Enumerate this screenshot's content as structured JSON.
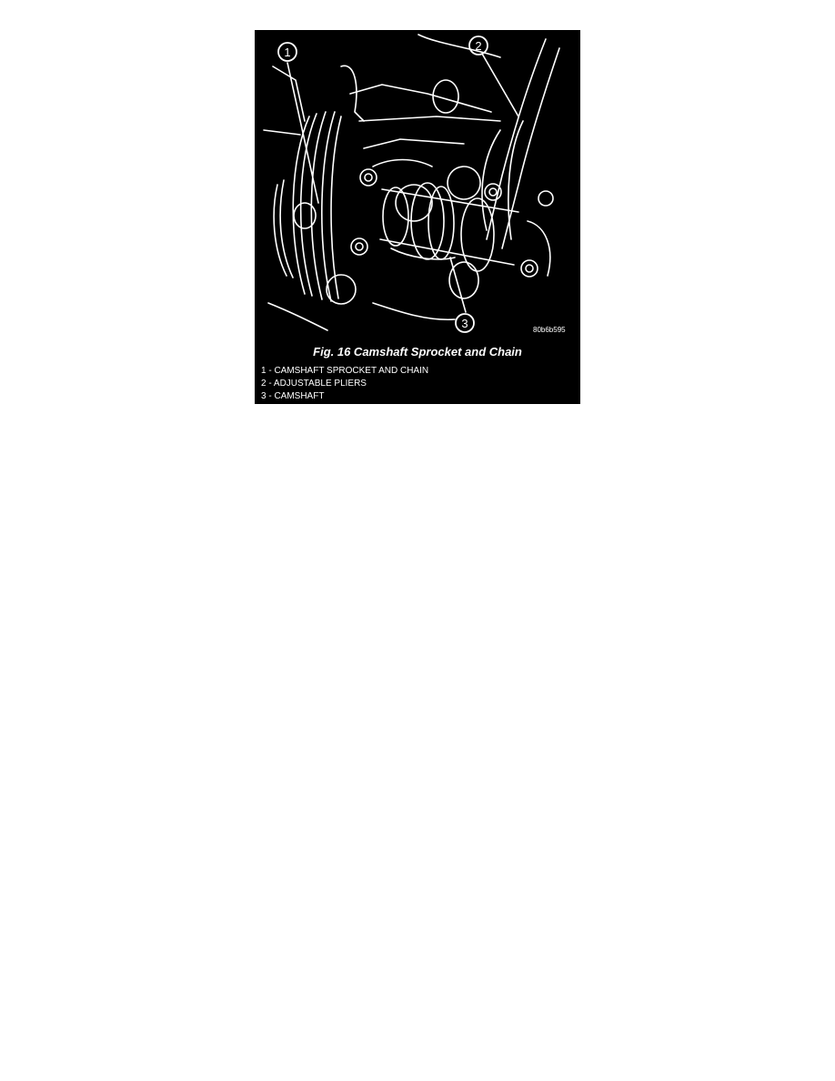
{
  "figure": {
    "image_code": "80b6b595",
    "callouts": [
      "1",
      "2",
      "3"
    ],
    "caption": "Fig. 16 Camshaft Sprocket and Chain",
    "legend": [
      "1 - CAMSHAFT SPROCKET AND CHAIN",
      "2 - ADJUSTABLE PLIERS",
      "3 - CAMSHAFT"
    ]
  },
  "colors": {
    "figure_background": "#000000",
    "line_art": "#ffffff",
    "page_background": "#ffffff"
  }
}
